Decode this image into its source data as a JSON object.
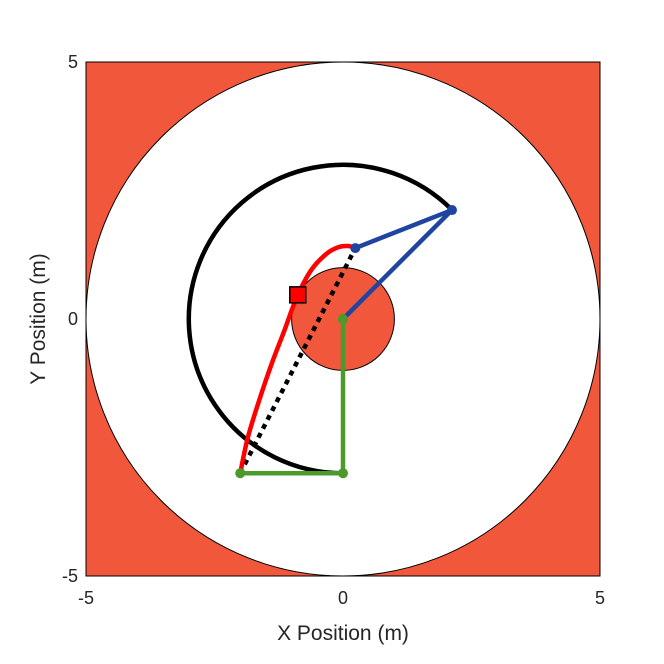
{
  "chart_data": {
    "type": "scatter",
    "title": "",
    "xlabel": "X Position (m)",
    "ylabel": "Y Position (m)",
    "xlim": [
      -5,
      5
    ],
    "ylim": [
      -5,
      5
    ],
    "xticks": [
      "-5",
      "0",
      "5"
    ],
    "yticks": [
      "-5",
      "0",
      "5"
    ],
    "grid": false,
    "legend": "none",
    "colors": {
      "obstacle": "#f0573b",
      "workspace": "#ffffff",
      "reach_arc": "#000000",
      "straight_path": "#000000",
      "planned_path": "#ff0000",
      "start_arm": "#4b9a2a",
      "current_arm": "#1f45a0",
      "marker": "#ff0000"
    },
    "outer_obstacle": {
      "cx": 0,
      "cy": 0,
      "workspace_radius": 5
    },
    "inner_obstacle": {
      "cx": 0,
      "cy": 0,
      "r": 1
    },
    "reach_arc": {
      "cx": 0,
      "cy": 0,
      "r": 3,
      "start_deg": -90,
      "end_deg": 45
    },
    "straight_path": {
      "x": [
        -2.0,
        0.24
      ],
      "y": [
        -3.0,
        1.38
      ]
    },
    "planned_path": {
      "x": [
        -2.0,
        -1.85,
        -1.62,
        -1.38,
        -1.15,
        -0.9,
        -0.62,
        -0.32,
        -0.08,
        0.1,
        0.24
      ],
      "y": [
        -3.0,
        -2.3,
        -1.55,
        -0.85,
        -0.25,
        0.42,
        0.95,
        1.27,
        1.4,
        1.42,
        1.38
      ]
    },
    "start_arm": {
      "x": [
        0,
        0,
        -2.0
      ],
      "y": [
        0,
        -3.0,
        -3.0
      ]
    },
    "current_arm": {
      "x": [
        0,
        2.12,
        0.24
      ],
      "y": [
        0,
        2.12,
        1.38
      ]
    },
    "marker": {
      "x": -0.88,
      "y": 0.47,
      "shape": "square"
    }
  }
}
